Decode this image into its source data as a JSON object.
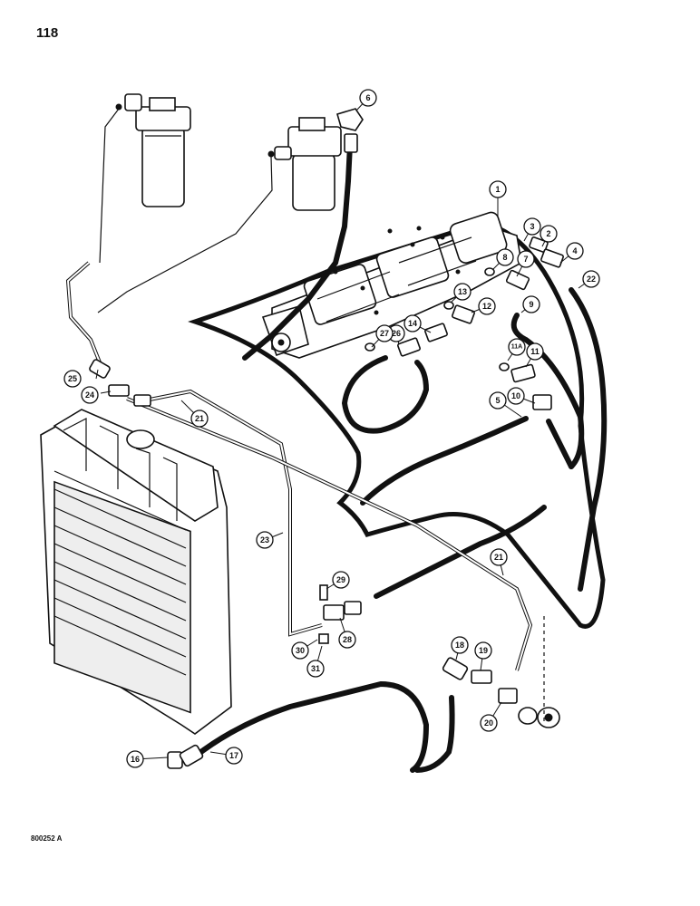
{
  "page": {
    "number": "118",
    "figure_code": "800252 A"
  },
  "diagram": {
    "components": {
      "filters": "filter-assemblies",
      "pump": "hydraulic-pump-assembly",
      "radiator": "radiator-with-oil-cooler"
    },
    "callouts": [
      {
        "id": "c1",
        "label": "1"
      },
      {
        "id": "c2",
        "label": "2"
      },
      {
        "id": "c3",
        "label": "3"
      },
      {
        "id": "c4",
        "label": "4"
      },
      {
        "id": "c5",
        "label": "5"
      },
      {
        "id": "c6",
        "label": "6"
      },
      {
        "id": "c7",
        "label": "7"
      },
      {
        "id": "c8",
        "label": "8"
      },
      {
        "id": "c9",
        "label": "9"
      },
      {
        "id": "c10",
        "label": "10"
      },
      {
        "id": "c11",
        "label": "11"
      },
      {
        "id": "c11a",
        "label": "11A"
      },
      {
        "id": "c12",
        "label": "12"
      },
      {
        "id": "c13",
        "label": "13"
      },
      {
        "id": "c14",
        "label": "14"
      },
      {
        "id": "c16",
        "label": "16"
      },
      {
        "id": "c17",
        "label": "17"
      },
      {
        "id": "c18",
        "label": "18"
      },
      {
        "id": "c19",
        "label": "19"
      },
      {
        "id": "c20",
        "label": "20"
      },
      {
        "id": "c21a",
        "label": "21"
      },
      {
        "id": "c21b",
        "label": "21"
      },
      {
        "id": "c22",
        "label": "22"
      },
      {
        "id": "c23",
        "label": "23"
      },
      {
        "id": "c24",
        "label": "24"
      },
      {
        "id": "c25",
        "label": "25"
      },
      {
        "id": "c26",
        "label": "26"
      },
      {
        "id": "c27",
        "label": "27"
      },
      {
        "id": "c28",
        "label": "28"
      },
      {
        "id": "c29",
        "label": "29"
      },
      {
        "id": "c30",
        "label": "30"
      },
      {
        "id": "c31",
        "label": "31"
      }
    ]
  }
}
